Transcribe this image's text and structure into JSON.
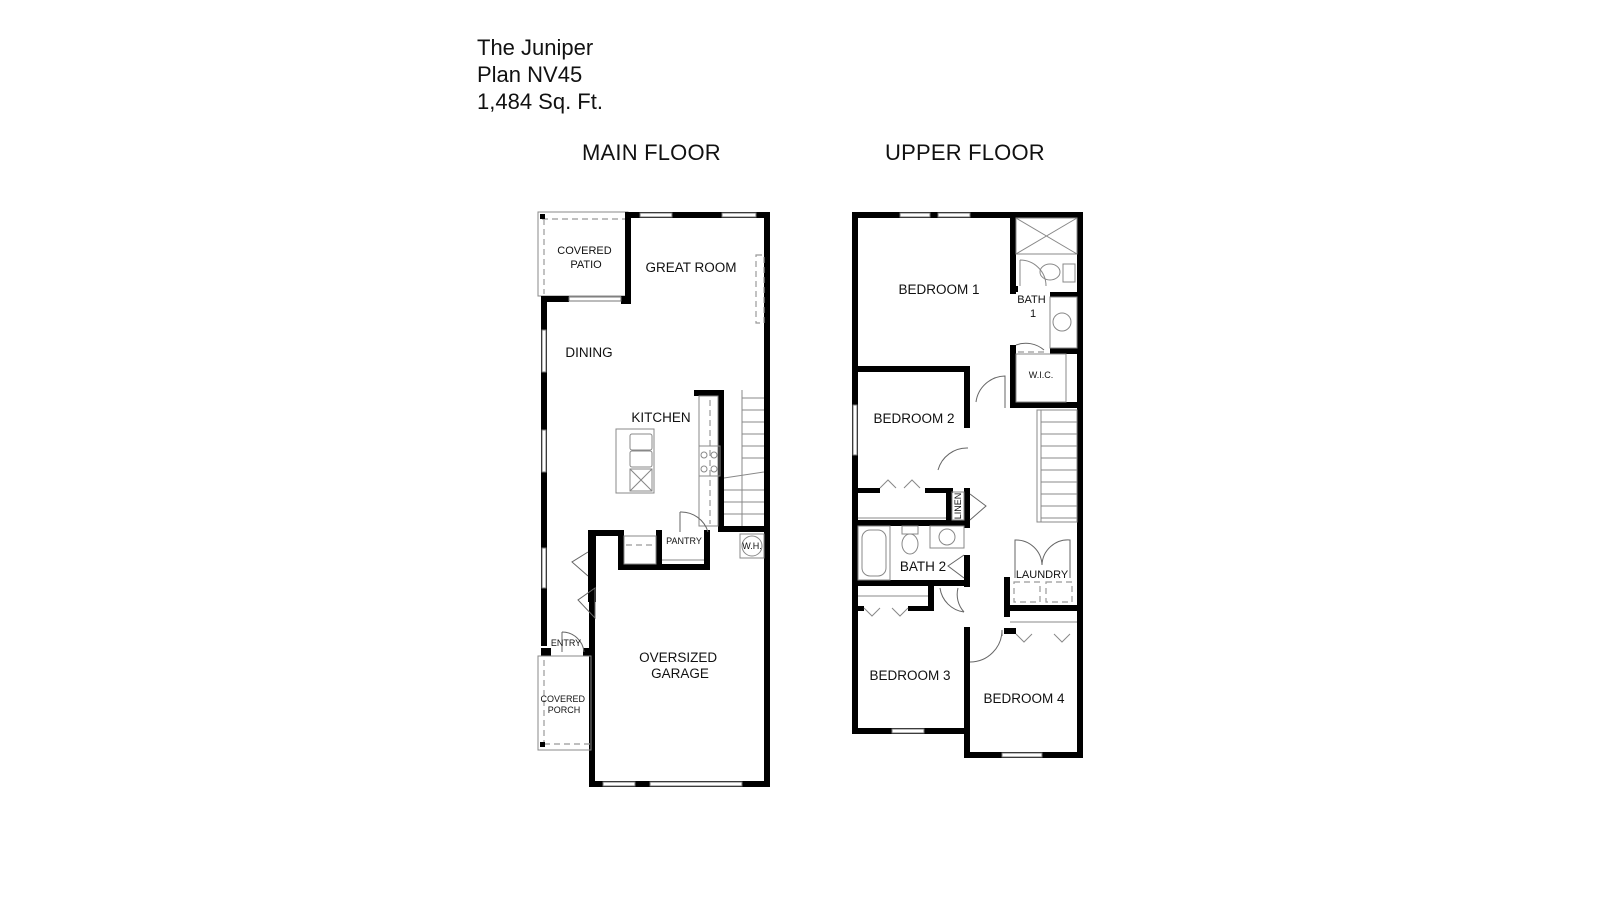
{
  "plan": {
    "name": "The Juniper",
    "plan_number": "Plan NV45",
    "square_feet": "1,484 Sq. Ft."
  },
  "floors": {
    "main": {
      "title": "MAIN FLOOR",
      "rooms": {
        "covered_patio": [
          "COVERED",
          "PATIO"
        ],
        "great_room": "GREAT ROOM",
        "dining": "DINING",
        "kitchen": "KITCHEN",
        "pantry": "PANTRY",
        "water_heater": "W.H.",
        "entry": "ENTRY",
        "covered_porch": [
          "COVERED",
          "PORCH"
        ],
        "garage": [
          "OVERSIZED",
          "GARAGE"
        ]
      }
    },
    "upper": {
      "title": "UPPER FLOOR",
      "rooms": {
        "bedroom_1": "BEDROOM 1",
        "bath_1": [
          "BATH",
          "1"
        ],
        "wic": "W.I.C.",
        "bedroom_2": "BEDROOM 2",
        "linen": "LINEN",
        "bath_2": "BATH 2",
        "laundry": "LAUNDRY",
        "bedroom_3": "BEDROOM 3",
        "bedroom_4": "BEDROOM 4"
      }
    }
  }
}
